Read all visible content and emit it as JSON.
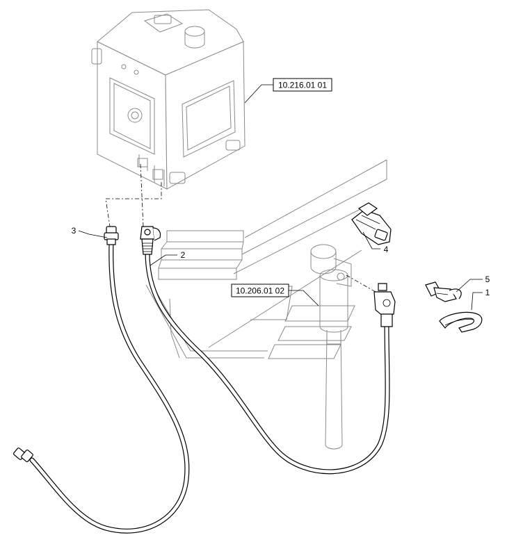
{
  "references": {
    "tank_ref": "10.216.01 01",
    "system_ref": "10.206.01 02"
  },
  "callouts": {
    "item1": "1",
    "item2": "2",
    "item3": "3",
    "item4": "4",
    "item5": "5"
  },
  "colors": {
    "line": "#000000",
    "ghost": "#8a8a8a",
    "background": "#ffffff"
  }
}
